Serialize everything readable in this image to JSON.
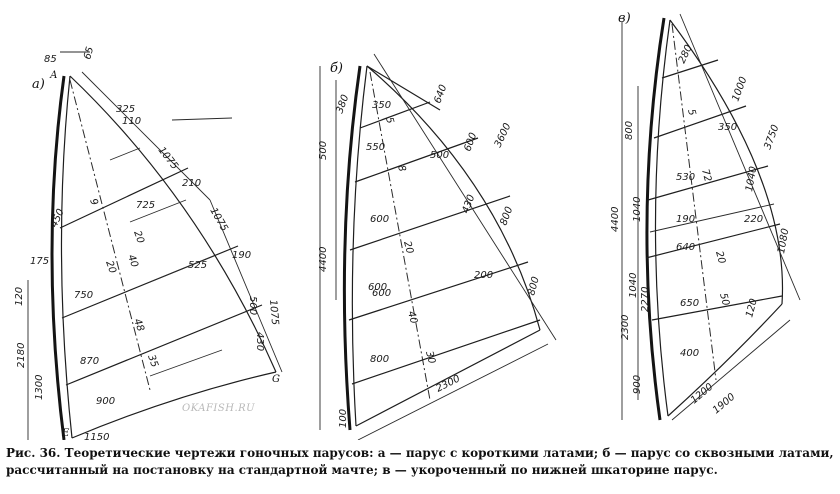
{
  "caption": "Рис. 36. Теоретические чертежи гоночных парусов: а — парус с короткими латами; б — парус со сквозными латами, рассчитанный на постановку на стандартной мачте; в — укороченный по нижней шкаторине парус.",
  "watermark": "OKAFISH.RU",
  "sail_a": {
    "label": "а)",
    "points": {
      "head": "А",
      "clew": "G",
      "tack": "Е"
    },
    "dims": [
      "85",
      "65",
      "325",
      "110",
      "1075",
      "210",
      "725",
      "1075",
      "190",
      "525",
      "500",
      "1075",
      "430",
      "450",
      "175",
      "750",
      "870",
      "900",
      "1150",
      "2180",
      "1300",
      "20",
      "40",
      "20",
      "48",
      "35",
      "120",
      "9"
    ]
  },
  "sail_b": {
    "label": "б)",
    "dims": [
      "380",
      "350",
      "640",
      "550",
      "500",
      "600",
      "3600",
      "600",
      "430",
      "800",
      "200",
      "600",
      "4400",
      "600",
      "800",
      "800",
      "2300",
      "500",
      "100",
      "30",
      "40",
      "20",
      "8",
      "5"
    ]
  },
  "sail_c": {
    "label": "в)",
    "dims": [
      "280",
      "1000",
      "800",
      "5",
      "350",
      "3750",
      "530",
      "1040",
      "72",
      "1040",
      "1040",
      "4400",
      "190",
      "220",
      "640",
      "20",
      "1080",
      "2270",
      "650",
      "50",
      "2300",
      "120",
      "400",
      "900",
      "1200",
      "1900"
    ]
  }
}
